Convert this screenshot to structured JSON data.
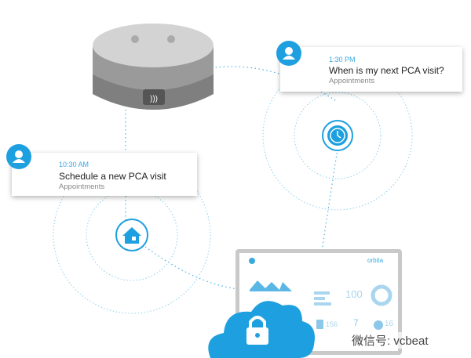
{
  "cards": [
    {
      "time": "10:30 AM",
      "message": "Schedule a new PCA visit",
      "category": "Appointments"
    },
    {
      "time": "1:30 PM",
      "message": "When is my next PCA visit?",
      "category": "Appointments"
    }
  ],
  "laptop": {
    "brand": "orbita",
    "stat_main": "100",
    "stat_a": "156",
    "stat_b": "7",
    "stat_c": "16"
  },
  "watermark": "微信号: vcbeat",
  "colors": {
    "accent": "#1ea0e0",
    "dots": "#2aa6dc"
  }
}
